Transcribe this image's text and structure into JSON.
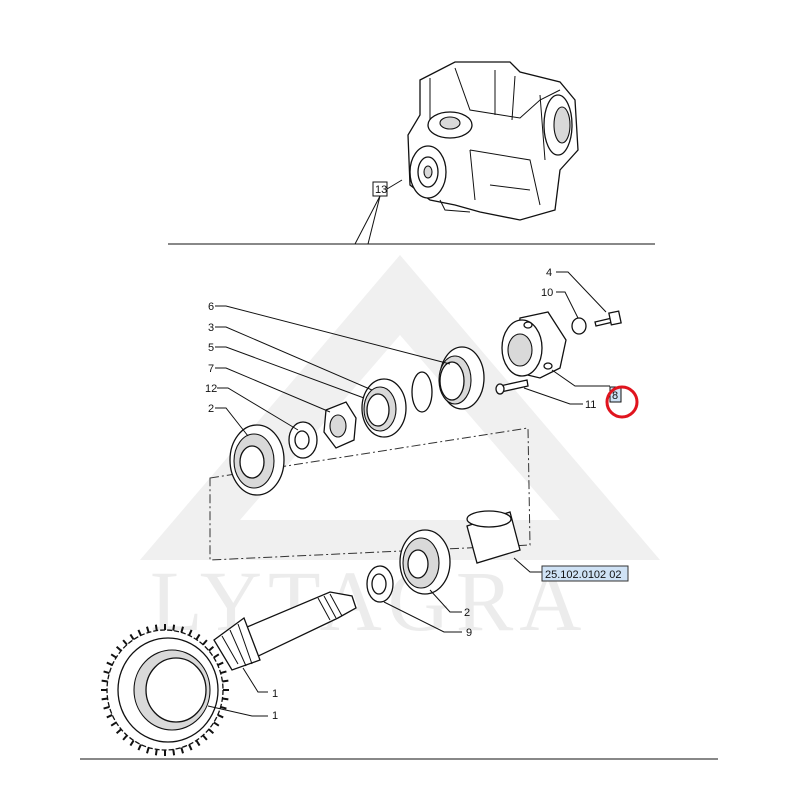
{
  "watermark": {
    "text": "LYTAGRA"
  },
  "callouts": {
    "c13": "13",
    "c4": "4",
    "c10": "10",
    "c6": "6",
    "c3": "3",
    "c5": "5",
    "c7": "7",
    "c12": "12",
    "c2_upper": "2",
    "c11": "11",
    "c8": "8",
    "c2_lower": "2",
    "c9": "9",
    "c1_pinion": "1",
    "c1_crown": "1"
  },
  "reference_code": "25.102.0102 02",
  "highlight": {
    "target": "8",
    "color": "#e0141e"
  }
}
